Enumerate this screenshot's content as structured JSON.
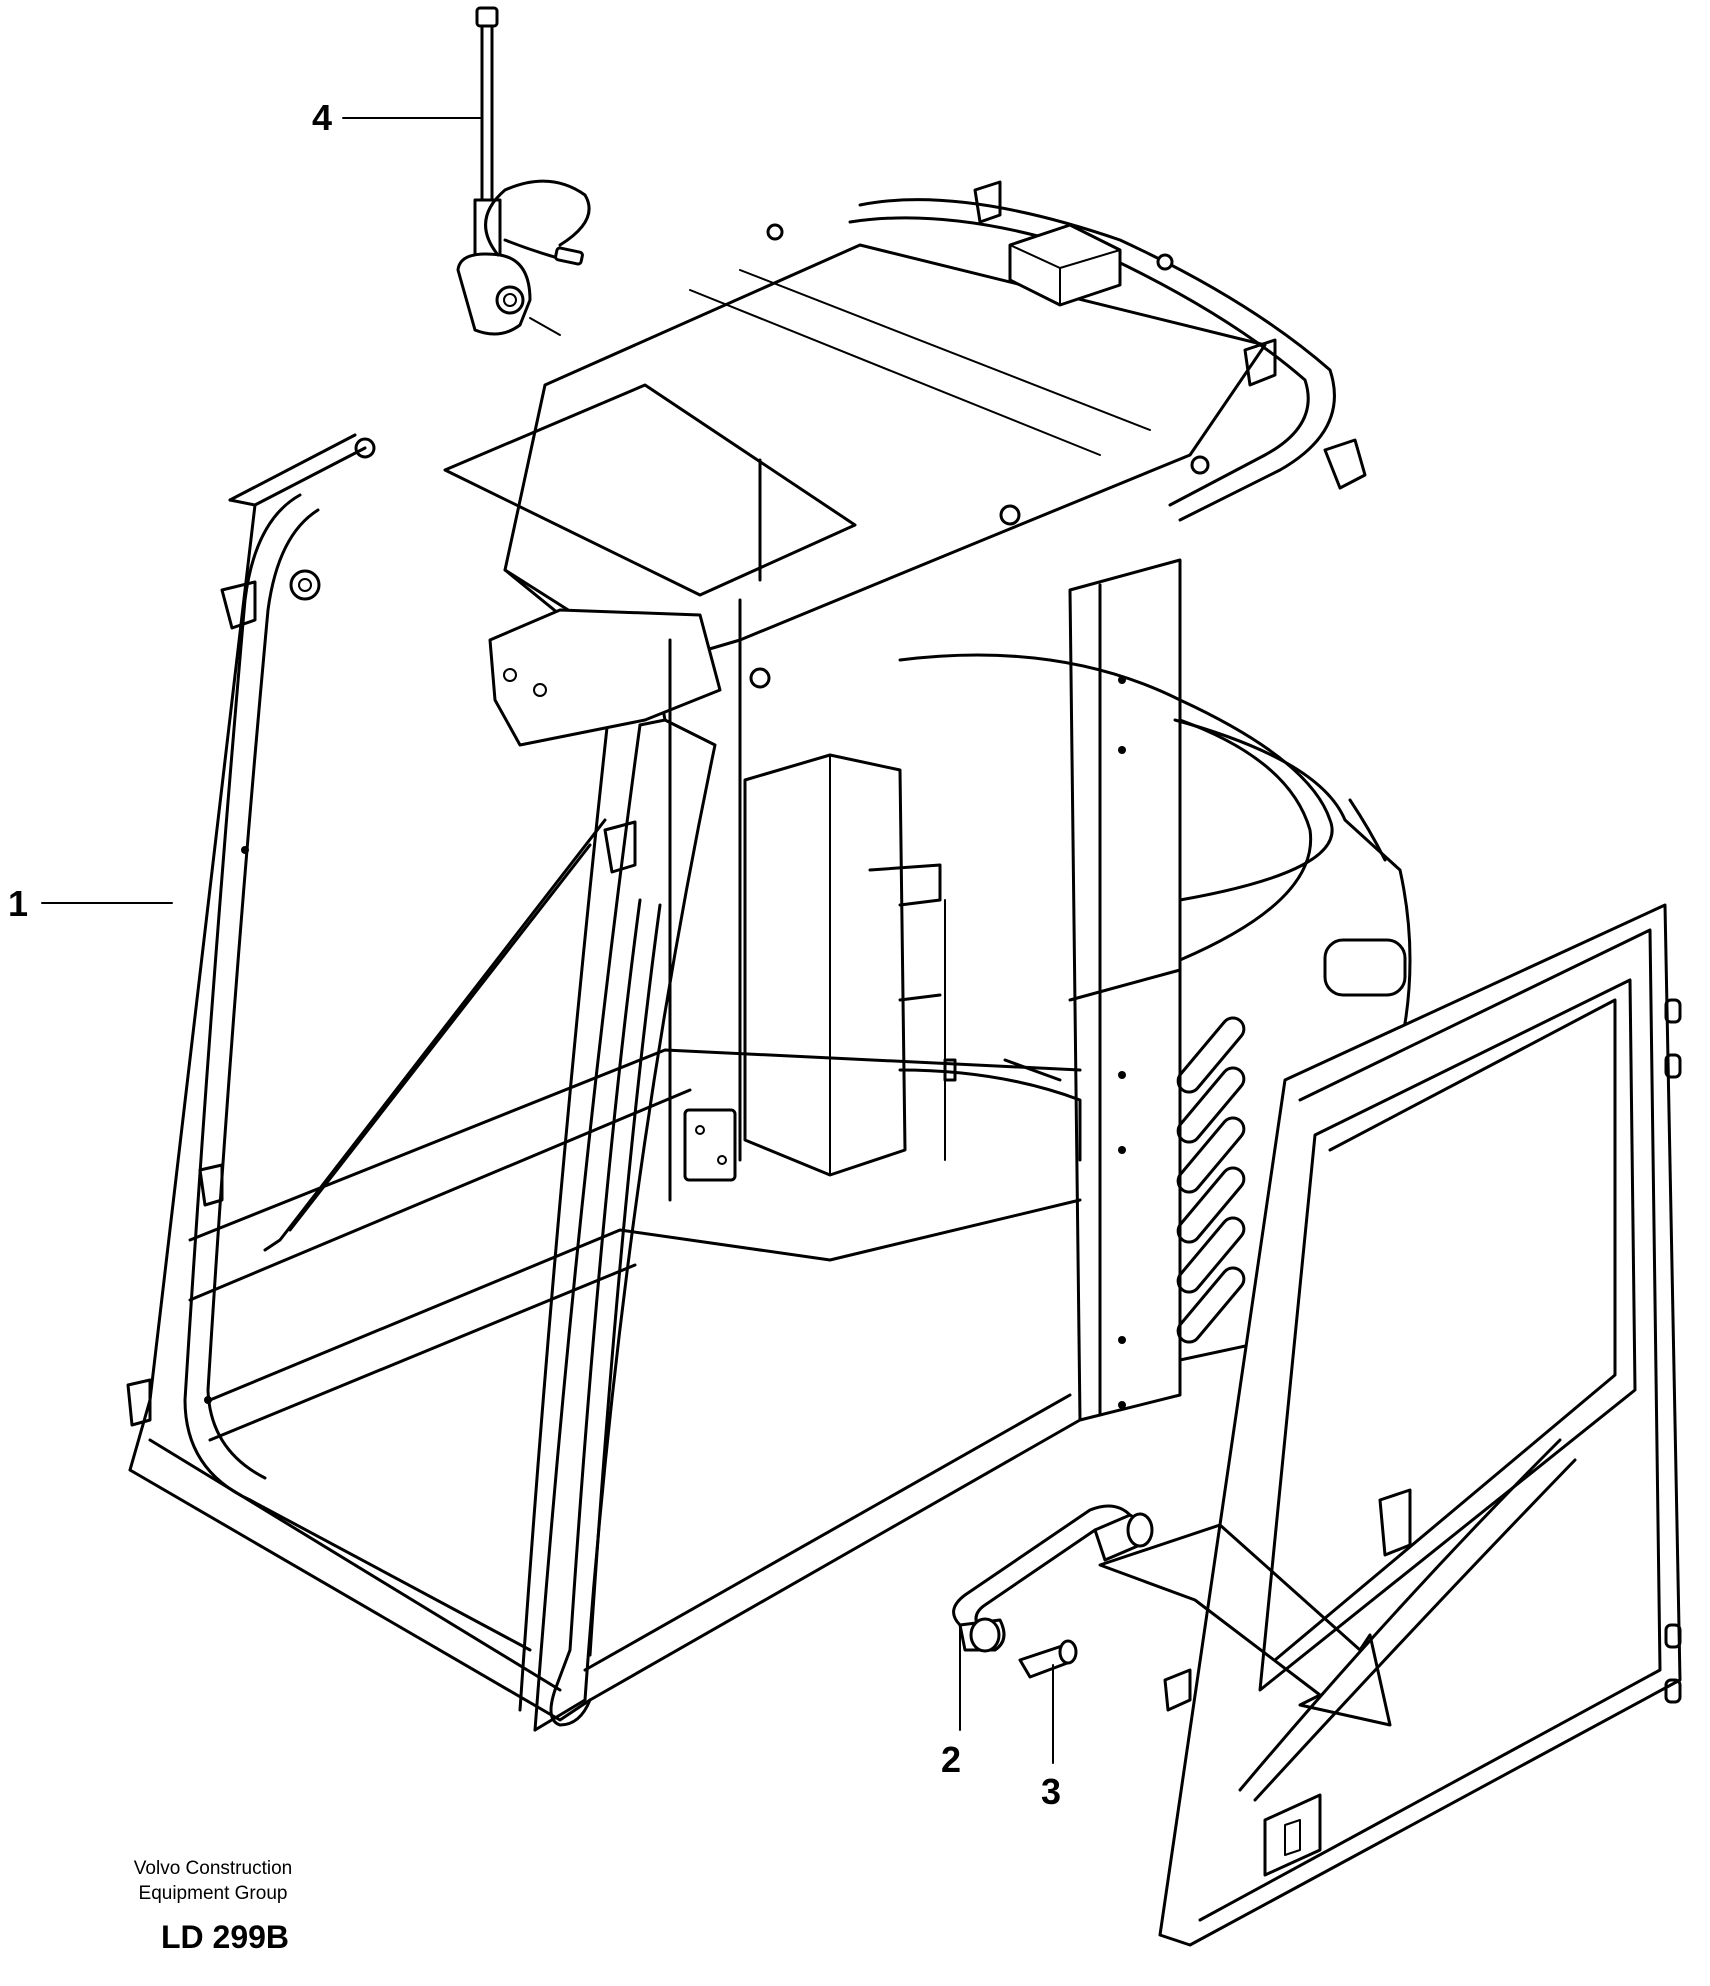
{
  "callouts": [
    {
      "label": "1",
      "part": "cab-frame"
    },
    {
      "label": "2",
      "part": "handle"
    },
    {
      "label": "3",
      "part": "screw"
    },
    {
      "label": "4",
      "part": "antenna"
    }
  ],
  "footer": {
    "credit_line1": "Volvo Construction",
    "credit_line2": "Equipment Group",
    "doc_id": "LD 299B"
  },
  "colors": {
    "line": "#000000",
    "background": "#ffffff"
  }
}
